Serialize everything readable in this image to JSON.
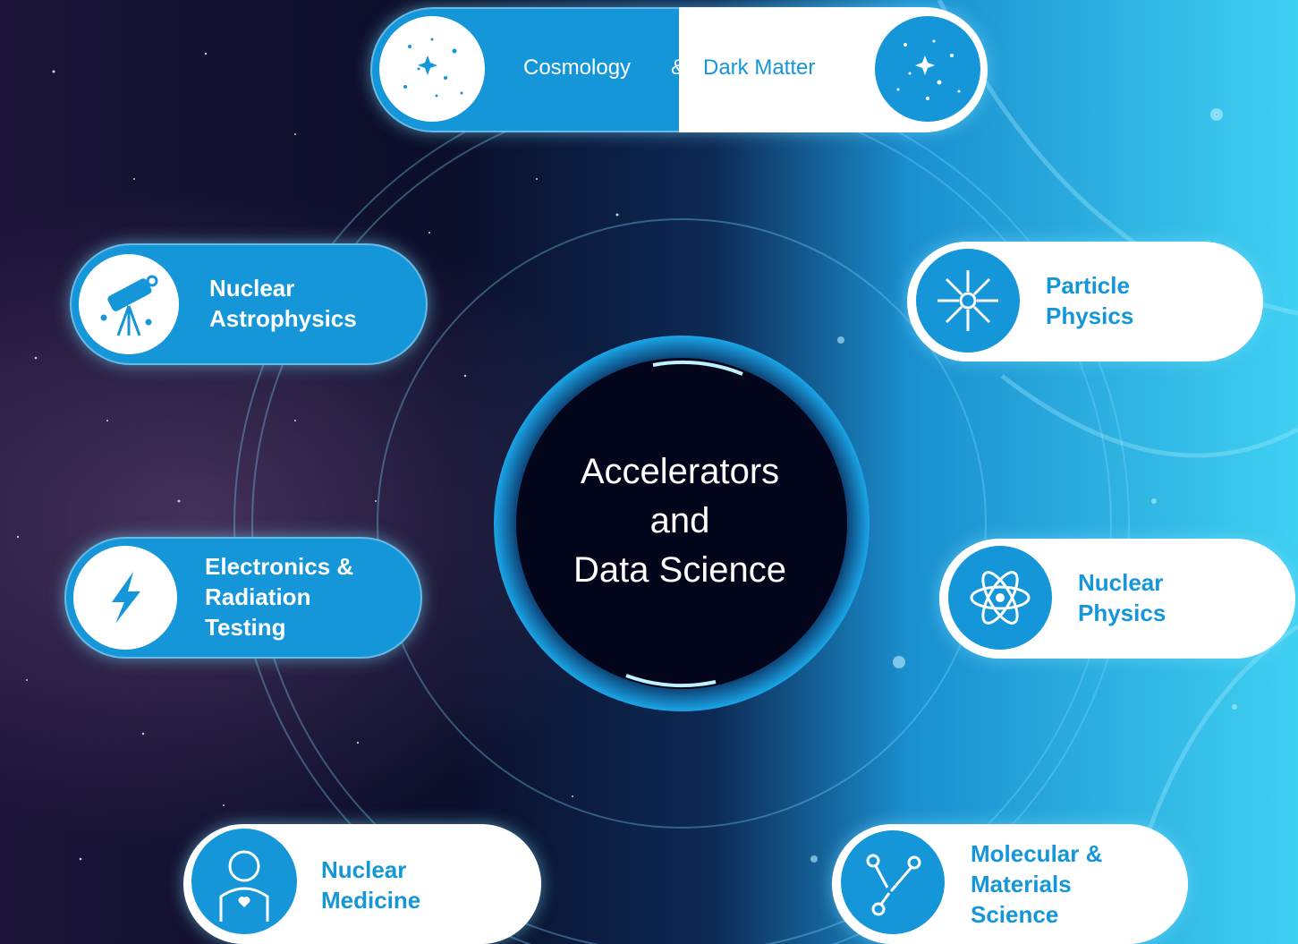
{
  "center": {
    "lines": [
      "Accelerators",
      "and",
      "Data Science"
    ]
  },
  "top_pill": {
    "left_text": "Cosmology",
    "ampersand": "&",
    "right_text": "Dark Matter",
    "left_icon": "stars-icon",
    "right_icon": "stars-icon"
  },
  "nodes": [
    {
      "id": "nuclear-astrophysics",
      "lines": [
        "Nuclear",
        "Astrophysics"
      ],
      "icon": "telescope-icon",
      "style": "blue"
    },
    {
      "id": "electronics-radiation",
      "lines": [
        "Electronics &",
        "Radiation",
        "Testing"
      ],
      "icon": "lightning-icon",
      "style": "blue"
    },
    {
      "id": "nuclear-medicine",
      "lines": [
        "Nuclear",
        "Medicine"
      ],
      "icon": "person-icon",
      "style": "white"
    },
    {
      "id": "particle-physics",
      "lines": [
        "Particle",
        "Physics"
      ],
      "icon": "particle-burst-icon",
      "style": "white"
    },
    {
      "id": "nuclear-physics",
      "lines": [
        "Nuclear",
        "Physics"
      ],
      "icon": "atom-icon",
      "style": "white"
    },
    {
      "id": "molecular-materials",
      "lines": [
        "Molecular &",
        "Materials",
        "Science"
      ],
      "icon": "molecule-icon",
      "style": "white"
    }
  ],
  "colors": {
    "accent": "#1596d8",
    "dark_space": "#0a1230",
    "light_space": "#2cc0ea"
  }
}
